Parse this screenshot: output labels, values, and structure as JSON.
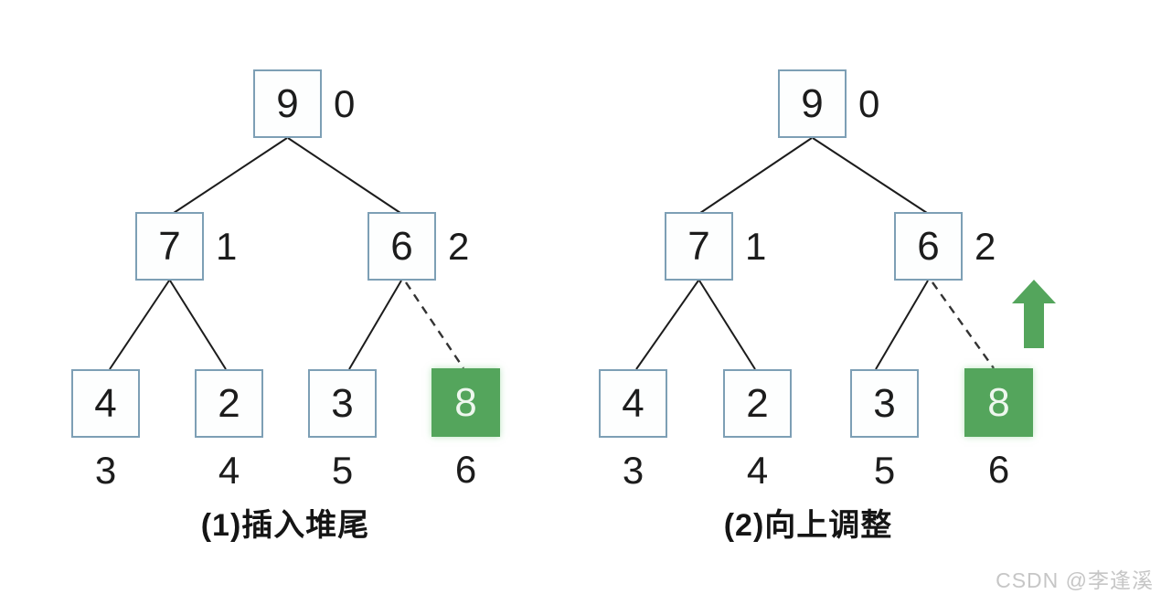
{
  "colors": {
    "background": "#ffffff",
    "node_border": "#7d9fb5",
    "node_fill": "#fdfefe",
    "text_dark": "#1c1c1c",
    "highlight_green": "#54a55c",
    "highlight_text": "#eef7ee",
    "edge": "#1c1c1c",
    "watermark_gray": "#c6c6c6"
  },
  "watermark": "CSDN @李逢溪",
  "diagrams": [
    {
      "caption": "(1)插入堆尾",
      "nodes": [
        {
          "value": "9",
          "index": "0"
        },
        {
          "value": "7",
          "index": "1"
        },
        {
          "value": "6",
          "index": "2"
        },
        {
          "value": "4",
          "index": "3"
        },
        {
          "value": "2",
          "index": "4"
        },
        {
          "value": "3",
          "index": "5"
        },
        {
          "value": "8",
          "index": "6",
          "highlighted": true
        }
      ]
    },
    {
      "caption": "(2)向上调整",
      "arrow_icon": "up-arrow",
      "nodes": [
        {
          "value": "9",
          "index": "0"
        },
        {
          "value": "7",
          "index": "1"
        },
        {
          "value": "6",
          "index": "2"
        },
        {
          "value": "4",
          "index": "3"
        },
        {
          "value": "2",
          "index": "4"
        },
        {
          "value": "3",
          "index": "5"
        },
        {
          "value": "8",
          "index": "6",
          "highlighted": true
        }
      ]
    }
  ]
}
